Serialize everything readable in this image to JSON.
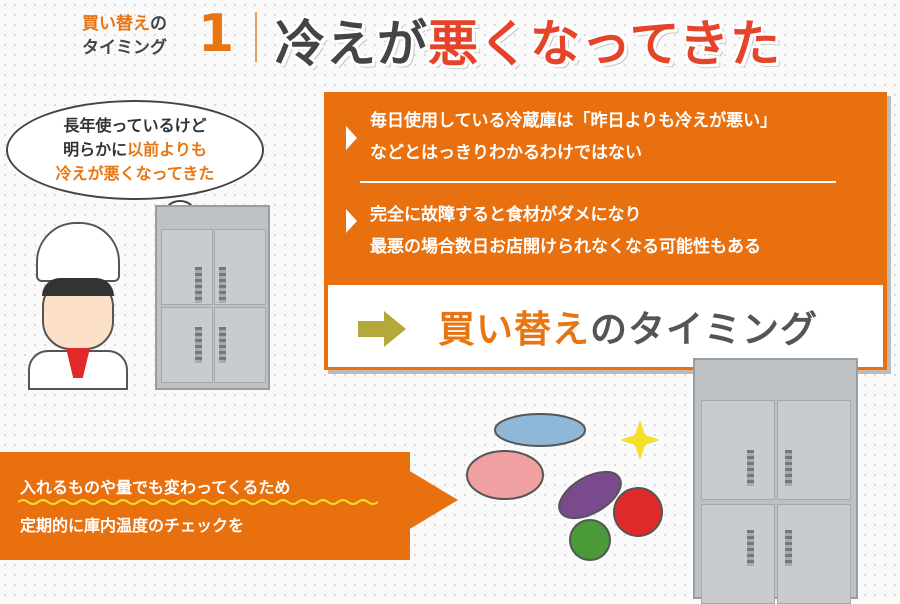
{
  "header": {
    "small_line1_orange": "買い替え",
    "small_line1_rest": "の",
    "small_line2": "タイミング",
    "number": "1",
    "title_dark": "冷えが",
    "title_red": "悪くなってきた"
  },
  "bubble": {
    "line1": "長年使っているけど",
    "line2_a": "明らかに",
    "line2_b": "以前よりも",
    "line3": "冷えが悪くなってきた"
  },
  "panel": {
    "point1_line1": "毎日使用している冷蔵庫は「昨日よりも冷えが悪い」",
    "point1_line2": "などとはっきりわかるわけではない",
    "point2_line1": "完全に故障すると食材がダメになり",
    "point2_line2": "最悪の場合数日お店開けられなくなる可能性もある",
    "timing_orange": "買い替え",
    "timing_rest": "のタイミング"
  },
  "note": {
    "line1": "入れるものや量でも変わってくるため",
    "line2": "定期的に庫内温度のチェックを"
  },
  "colors": {
    "orange": "#e8700f",
    "red": "#e5442a",
    "arrow": "#b5a83a"
  }
}
